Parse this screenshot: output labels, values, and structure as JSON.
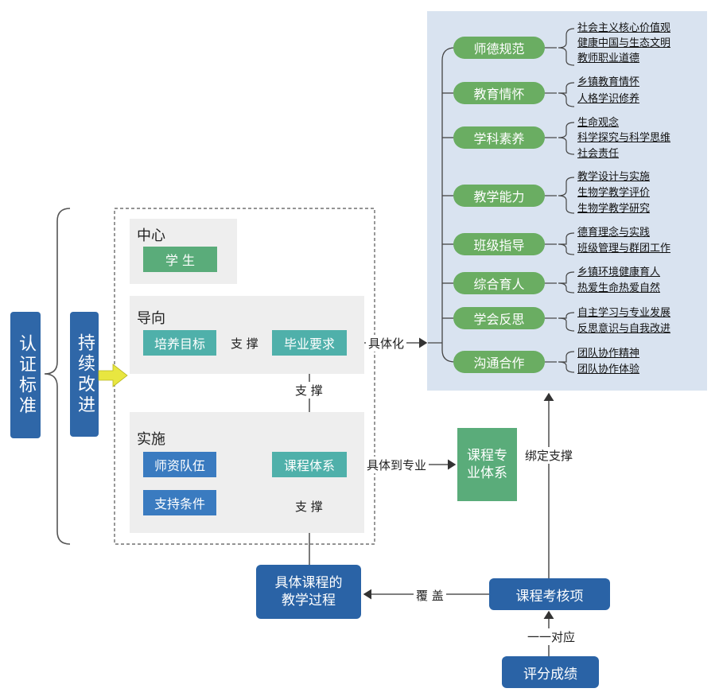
{
  "left": {
    "standard": "认证标准",
    "improve": "持续改进"
  },
  "center": {
    "title": "中心",
    "student": "学 生"
  },
  "guide": {
    "title": "导向",
    "goal": "培养目标",
    "support": "支 撑",
    "grad_req": "毕业要求",
    "concretize": "具体化"
  },
  "implement": {
    "title": "实施",
    "faculty": "师资队伍",
    "conditions": "支持条件",
    "curriculum": "课程体系",
    "to_major": "具体到专业",
    "support_up": "支 撑",
    "support_low": "支 撑"
  },
  "major_system": "课程专业体系",
  "bind_support": "绑定支撑",
  "teaching_process": "具体课程的教学过程",
  "cover": "覆 盖",
  "assessment": "课程考核项",
  "correspond": "一一对应",
  "score": "评分成绩",
  "requirements": [
    {
      "name": "师德规范",
      "items": [
        "社会主义核心价值观",
        "健康中国与生态文明",
        "教师职业道德"
      ]
    },
    {
      "name": "教育情怀",
      "items": [
        "乡镇教育情怀",
        "人格学识修养"
      ]
    },
    {
      "name": "学科素养",
      "items": [
        "生命观念",
        "科学探究与科学思维",
        "社会责任"
      ]
    },
    {
      "name": "教学能力",
      "items": [
        "教学设计与实施",
        "生物学教学评价",
        "生物学教学研究"
      ]
    },
    {
      "name": "班级指导",
      "items": [
        "德育理念与实践",
        "班级管理与群团工作"
      ]
    },
    {
      "name": "综合育人",
      "items": [
        "乡镇环境健康育人",
        "热爱生命热爱自然"
      ]
    },
    {
      "name": "学会反思",
      "items": [
        "自主学习与专业发展",
        "反思意识与自我改进"
      ]
    },
    {
      "name": "沟通合作",
      "items": [
        "团队协作精神",
        "团队协作体验"
      ]
    }
  ],
  "colors": {
    "navy": "#2f67a8",
    "teal": "#4fb0aa",
    "green": "#5aac7a",
    "pill": "#6aad62",
    "panel": "#d9e3f0"
  }
}
